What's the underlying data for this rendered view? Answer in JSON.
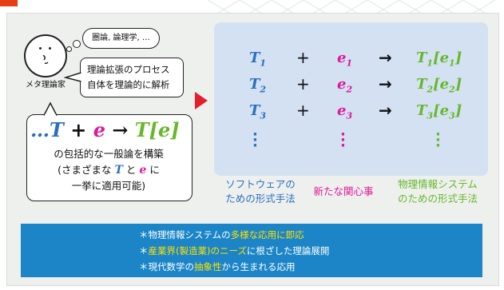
{
  "colors": {
    "t_blue": "#2a6fc0",
    "e_magenta": "#e0189a",
    "g_green": "#66b82a",
    "arrow_red": "#e3202a",
    "banner_blue": "#1b85c7",
    "highlight_yellow": "#ffe000"
  },
  "thought_bubble": "圏論, 論理学, …",
  "meta_label": "メタ理論家",
  "speech": {
    "line1": "理論拡張のプロセス",
    "line2": "自体を理論的に解析"
  },
  "formula": {
    "prefix": "…",
    "t": "T",
    "plus": "+",
    "e": "e",
    "arrow": "→",
    "result": "T[e]"
  },
  "main_desc": {
    "line1": "の包括的な一般論を構築",
    "line2a": "(さまざまな",
    "line2b": "と",
    "line2c": "に",
    "line3": "一挙に適用可能)"
  },
  "rows": [
    {
      "t": "T1",
      "op": "+",
      "e": "e1",
      "arrow": "→",
      "r": "T1[e1]"
    },
    {
      "t": "T2",
      "op": "+",
      "e": "e2",
      "arrow": "→",
      "r": "T2[e2]"
    },
    {
      "t": "T3",
      "op": "+",
      "e": "e3",
      "arrow": "→",
      "r": "T3[e3]"
    }
  ],
  "captions": {
    "left_line1": "ソフトウェアの",
    "left_line2": "ための形式手法",
    "mid": "新たな関心事",
    "right_line1": "物理情報システム",
    "right_line2": "のための形式手法"
  },
  "banner": {
    "line1a": "物理情報システムの",
    "line1b": "多様な応用に即応",
    "line2a": "産業界(製造業)のニーズ",
    "line2b": "に根ざした理論展開",
    "line3a": "現代数学の",
    "line3b": "抽象性",
    "line3c": "から生まれる応用",
    "bullet": "＊"
  }
}
